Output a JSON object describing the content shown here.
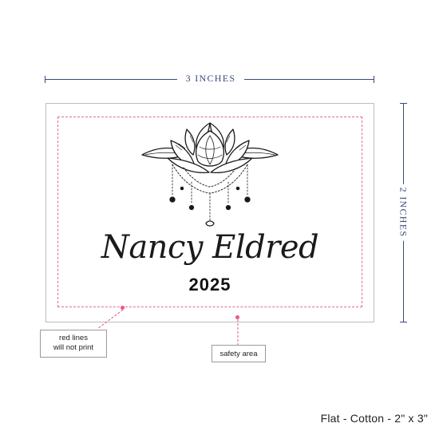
{
  "dimensions": {
    "width_label": "3 INCHES",
    "height_label": "2 INCHES"
  },
  "card": {
    "name": "Nancy Eldred",
    "year": "2025",
    "motif_icon": "lotus-chandelier-icon"
  },
  "callouts": {
    "red_lines_line1": "red lines",
    "red_lines_line2": "will not print",
    "safety_area": "safety area"
  },
  "product_caption": "Flat - Cotton - 2\" x 3\"",
  "colors": {
    "dimension": "#3a4a7a",
    "safety_line": "#e66b8f",
    "ink": "#1a1a1a"
  }
}
